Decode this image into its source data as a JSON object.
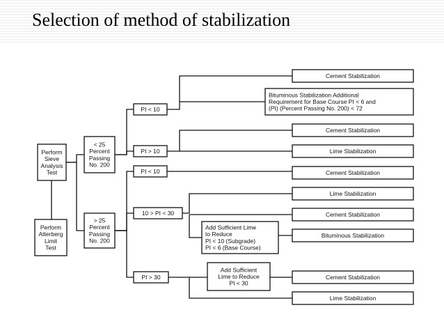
{
  "title": "Selection of method of stabilization",
  "nodes": {
    "sieve": [
      "Perform",
      "Sieve",
      "Analysis",
      "Test"
    ],
    "atterberg": [
      "Perform",
      "Atterberg",
      "Limit",
      "Test"
    ],
    "lt25": [
      "< 25",
      "Percent",
      "Passing",
      "No. 200"
    ],
    "gt25": [
      "> 25",
      "Percent",
      "Passing",
      "No. 200"
    ],
    "pi_lt10_a": [
      "PI < 10"
    ],
    "pi_gt10": [
      "PI > 10"
    ],
    "pi_lt10_b": [
      "PI < 10"
    ],
    "pi_10_30": [
      "10 > PI < 30"
    ],
    "pi_gt30": [
      "PI > 30"
    ],
    "add_lime_a": [
      "Add Sufficient Lime",
      "to Reduce",
      "PI < 10 (Subgrade)",
      "PI < 6 (Base Course)"
    ],
    "add_lime_b": [
      "Add Sufficient",
      "Lime to Reduce",
      "PI < 30"
    ],
    "r_cement_1": [
      "Cement Stabilization"
    ],
    "r_bitum_1": [
      "Bituminous Stabilization Additional",
      "Requirement for Base Course PI < 6 and",
      "(PI) (Percent Passing No. 200) < 72"
    ],
    "r_cement_2": [
      "Cement Stabilization"
    ],
    "r_lime_1": [
      "Lime Stabilization"
    ],
    "r_cement_3": [
      "Cement Stabilization"
    ],
    "r_lime_2": [
      "Lime Stabilization"
    ],
    "r_cement_4": [
      "Cement Stabilization"
    ],
    "r_bitum_2": [
      "Bituminous Stabilization"
    ],
    "r_cement_5": [
      "Cement Stabilization"
    ],
    "r_lime_3": [
      "Lime Stabilization"
    ]
  }
}
